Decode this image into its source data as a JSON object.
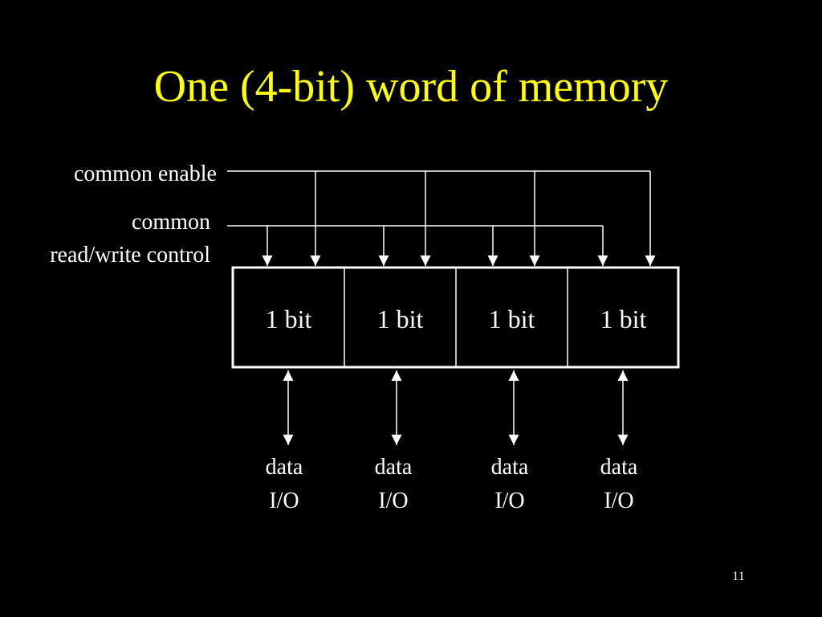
{
  "slide": {
    "title": "One (4-bit) word of memory",
    "number": "11",
    "colors": {
      "background": "#000000",
      "title": "#ffff00",
      "foreground": "#ffffff"
    }
  },
  "diagram": {
    "enable_label": "common enable",
    "rw_label_line1": "common",
    "rw_label_line2": "read/write control",
    "cells": [
      {
        "label": "1 bit"
      },
      {
        "label": "1 bit"
      },
      {
        "label": "1 bit"
      },
      {
        "label": "1 bit"
      }
    ],
    "io": [
      {
        "line1": "data",
        "line2": "I/O"
      },
      {
        "line1": "data",
        "line2": "I/O"
      },
      {
        "line1": "data",
        "line2": "I/O"
      },
      {
        "line1": "data",
        "line2": "I/O"
      }
    ]
  }
}
